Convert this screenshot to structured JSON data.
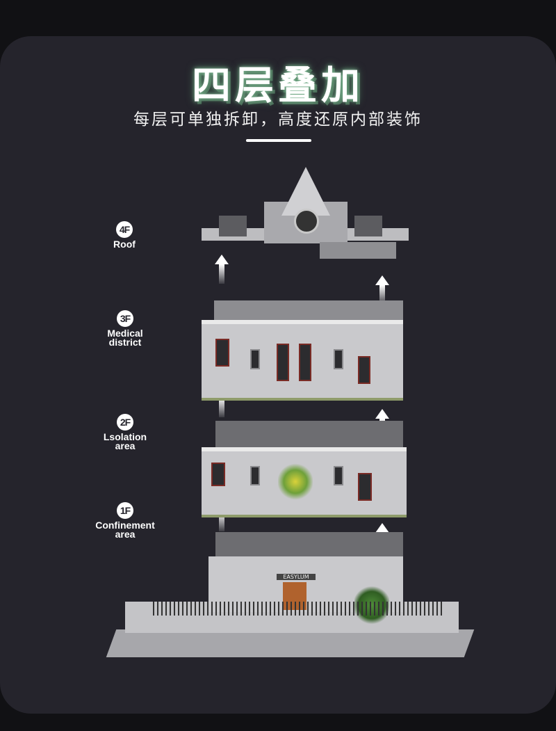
{
  "header": {
    "title": "四层叠加",
    "subtitle": "每层可单独拆卸，高度还原内部装饰"
  },
  "floors": [
    {
      "badge": "4F",
      "name": "Roof"
    },
    {
      "badge": "3F",
      "name": "Medical district"
    },
    {
      "badge": "2F",
      "name": "Lsolation area"
    },
    {
      "badge": "1F",
      "name": "Confinement area"
    }
  ],
  "sign_text": "EASYLUM",
  "colors": {
    "background": "#25242c",
    "title_glow": "#4f7d5f",
    "grass": "#8e9b6a"
  }
}
